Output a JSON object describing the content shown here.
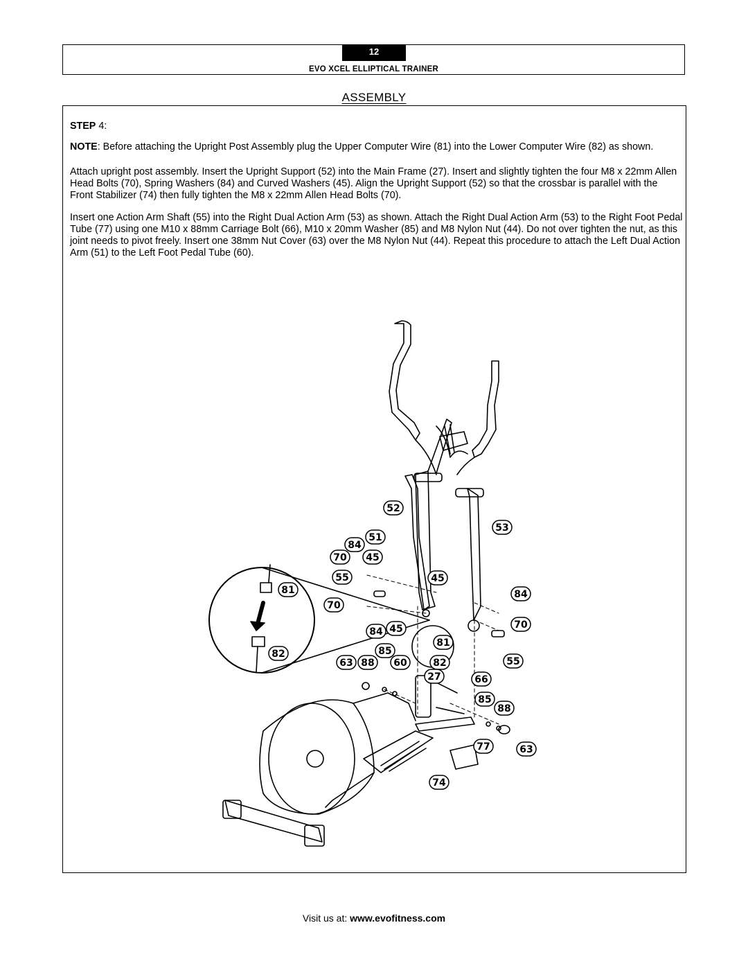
{
  "header": {
    "page_number": "12",
    "doc_title": "EVO XCEL ELLIPTICAL TRAINER"
  },
  "section_title": "ASSEMBLY",
  "step": {
    "label": "STEP",
    "number": "4",
    "suffix": ":"
  },
  "note": {
    "label": "NOTE",
    "text": ":  Before attaching the Upright Post Assembly plug the Upper Computer Wire (81) into the Lower Computer Wire (82) as shown."
  },
  "paragraphs": [
    "Attach upright post assembly.  Insert the Upright Support (52) into the Main Frame (27).  Insert and slightly tighten the four M8 x 22mm Allen Head Bolts (70), Spring Washers (84) and Curved Washers (45).  Align the Upright Support (52) so that the crossbar is parallel with the Front Stabilizer (74) then fully tighten the M8 x 22mm Allen Head Bolts (70).",
    "Insert one Action Arm Shaft (55) into the Right Dual Action Arm (53) as shown.  Attach the Right Dual Action Arm (53) to the Right Foot Pedal Tube (77) using one M10 x 88mm Carriage Bolt (66), M10 x 20mm Washer (85) and M8 Nylon Nut (44).  Do not over tighten the nut, as this joint needs to pivot freely.  Insert one 38mm Nut Cover (63) over the M8 Nylon Nut (44).  Repeat this procedure to attach the Left Dual Action Arm (51) to the Left Foot Pedal Tube (60)."
  ],
  "diagram": {
    "callouts": [
      "52",
      "53",
      "51",
      "84",
      "70",
      "45",
      "55",
      "45",
      "84",
      "81",
      "70",
      "84",
      "45",
      "70",
      "81",
      "85",
      "82",
      "63",
      "88",
      "60",
      "82",
      "55",
      "27",
      "66",
      "85",
      "88",
      "77",
      "63",
      "74"
    ]
  },
  "footer": {
    "prefix": "Visit us at: ",
    "url": "www.evofitness.com"
  }
}
